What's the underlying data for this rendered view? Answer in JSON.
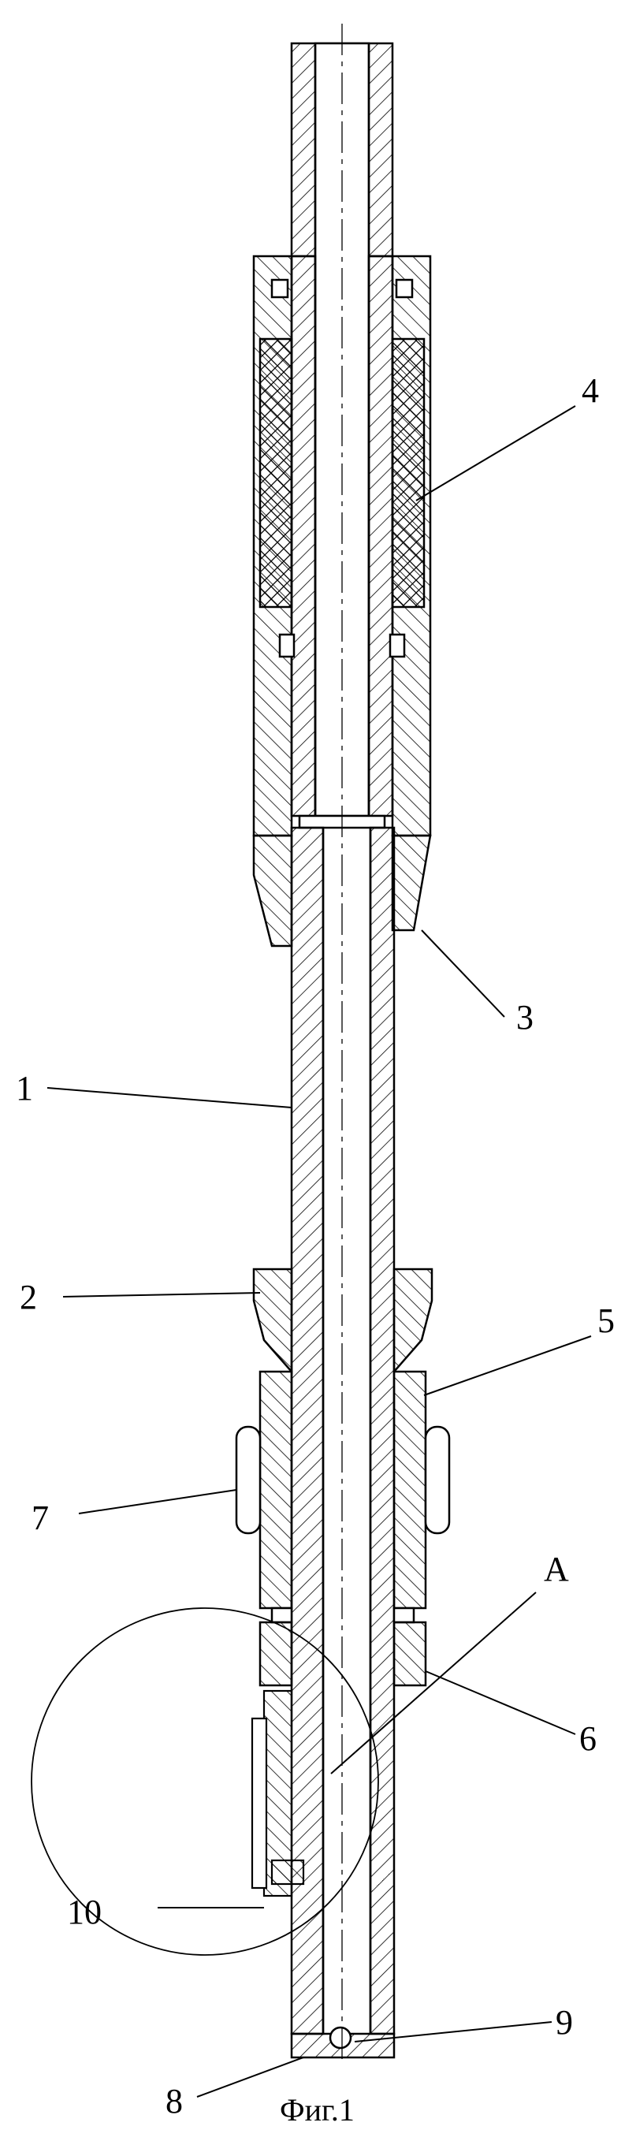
{
  "figure": {
    "caption": "Фиг.1",
    "labels": {
      "l1": "1",
      "l2": "2",
      "l3": "3",
      "l4": "4",
      "l5": "5",
      "l6": "6",
      "l7": "7",
      "l8": "8",
      "l9": "9",
      "l10": "10",
      "lA": "A"
    }
  }
}
